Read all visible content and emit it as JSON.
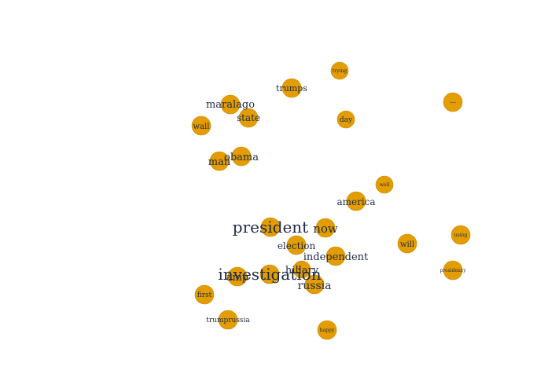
{
  "colors": {
    "node_fill": "#e39d00",
    "node_stroke": "#c98a00",
    "label": "#1f2a44",
    "background": "#ffffff"
  },
  "nodes": [
    {
      "id": "trying",
      "label": "trying"
    },
    {
      "id": "trumps",
      "label": "trumps"
    },
    {
      "id": "unknown-dash",
      "label": "----"
    },
    {
      "id": "maralago",
      "label": "maralago"
    },
    {
      "id": "state",
      "label": "state"
    },
    {
      "id": "day",
      "label": "day"
    },
    {
      "id": "wall",
      "label": "wall"
    },
    {
      "id": "obama",
      "label": "obama"
    },
    {
      "id": "man",
      "label": "man"
    },
    {
      "id": "well",
      "label": "well"
    },
    {
      "id": "america",
      "label": "america"
    },
    {
      "id": "president",
      "label": "president"
    },
    {
      "id": "now",
      "label": "now"
    },
    {
      "id": "using",
      "label": "using"
    },
    {
      "id": "will",
      "label": "will"
    },
    {
      "id": "election",
      "label": "election"
    },
    {
      "id": "independent",
      "label": "independent"
    },
    {
      "id": "presidency",
      "label": "presidency"
    },
    {
      "id": "hillary",
      "label": "hillary"
    },
    {
      "id": "investigation",
      "label": "investigation"
    },
    {
      "id": "amp",
      "label": "amp"
    },
    {
      "id": "russia",
      "label": "russia"
    },
    {
      "id": "first",
      "label": "first"
    },
    {
      "id": "trumprussia",
      "label": "trumprussia"
    },
    {
      "id": "happy",
      "label": "happy"
    }
  ]
}
